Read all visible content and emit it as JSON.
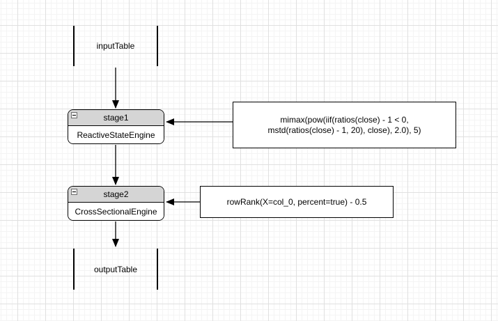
{
  "nodes": {
    "input_table": {
      "label": "inputTable"
    },
    "stage1": {
      "title": "stage1",
      "subtitle": "ReactiveStateEngine"
    },
    "stage2": {
      "title": "stage2",
      "subtitle": "CrossSectionalEngine"
    },
    "output_table": {
      "label": "outputTable"
    }
  },
  "annotations": {
    "stage1_formula": {
      "line1": "mimax(pow(iif(ratios(close) - 1 < 0,",
      "line2": "mstd(ratios(close) - 1, 20), close), 2.0), 5)"
    },
    "stage2_formula": {
      "line1": "rowRank(X=col_0, percent=true) - 0.5"
    }
  },
  "colors": {
    "stage_header_fill": "#d5d5d5",
    "node_fill": "#ffffff",
    "stroke": "#000000",
    "grid_minor": "#f4f4f4",
    "grid_major": "#e0e0e0",
    "background": "#ffffff"
  }
}
